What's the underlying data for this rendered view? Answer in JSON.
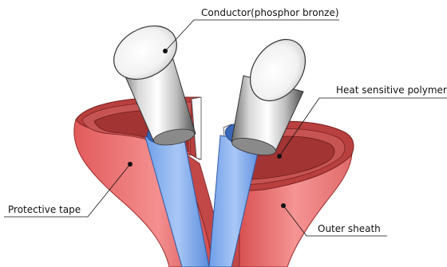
{
  "labels": {
    "conductor": "Conductor(phosphor bronze)",
    "heat_polymer": "Heat sensitive polymer",
    "protective_tape": "Protective tape",
    "outer_sheath": "Outer sheath"
  },
  "colors": {
    "sheath_light": "#f28a8a",
    "sheath_mid": "#e06060",
    "sheath_dark": "#b23a3a",
    "sheath_edge": "#8a2424",
    "polymer_light": "#8fb6f2",
    "polymer_mid": "#5d8fe0",
    "polymer_dark": "#3a66b8",
    "metal_light": "#f4f4f4",
    "metal_dark": "#5a5a5a"
  }
}
